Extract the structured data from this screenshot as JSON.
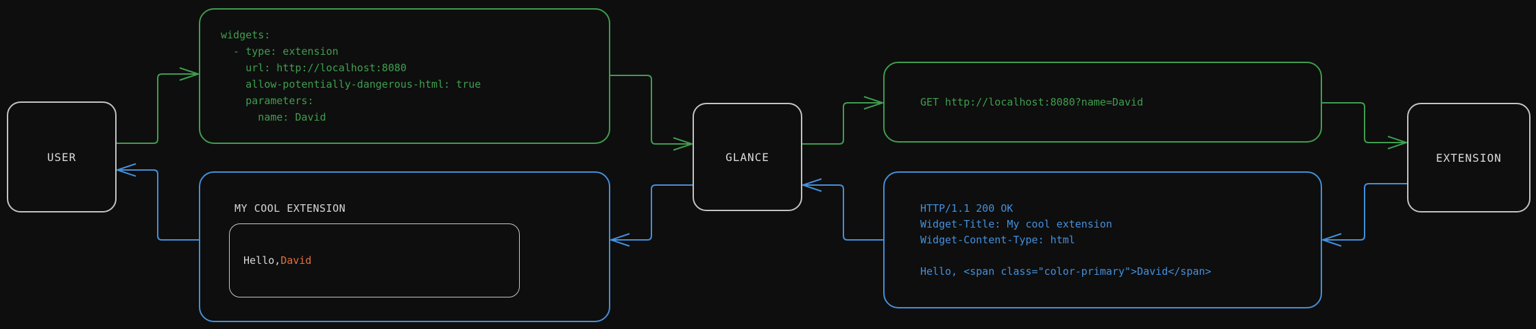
{
  "colors": {
    "background": "#0e0e0e",
    "request_green": "#3f9e4f",
    "response_blue": "#4490dc",
    "accent_orange": "#e2713d",
    "node_border": "#c4c4c4",
    "text_white": "#d8d8d8"
  },
  "nodes": {
    "user": {
      "label": "USER"
    },
    "glance": {
      "label": "GLANCE"
    },
    "extension": {
      "label": "EXTENSION"
    }
  },
  "messages": {
    "config": {
      "code": "widgets:\n  - type: extension\n    url: http://localhost:8080\n    allow-potentially-dangerous-html: true\n    parameters:\n      name: David"
    },
    "request": {
      "code": "GET http://localhost:8080?name=David"
    },
    "response": {
      "code": "HTTP/1.1 200 OK\nWidget-Title: My cool extension\nWidget-Content-Type: html\n\nHello, <span class=\"color-primary\">David</span>"
    },
    "widget_preview": {
      "title": "MY COOL EXTENSION",
      "greeting_prefix": "Hello, ",
      "greeting_name": "David"
    }
  }
}
